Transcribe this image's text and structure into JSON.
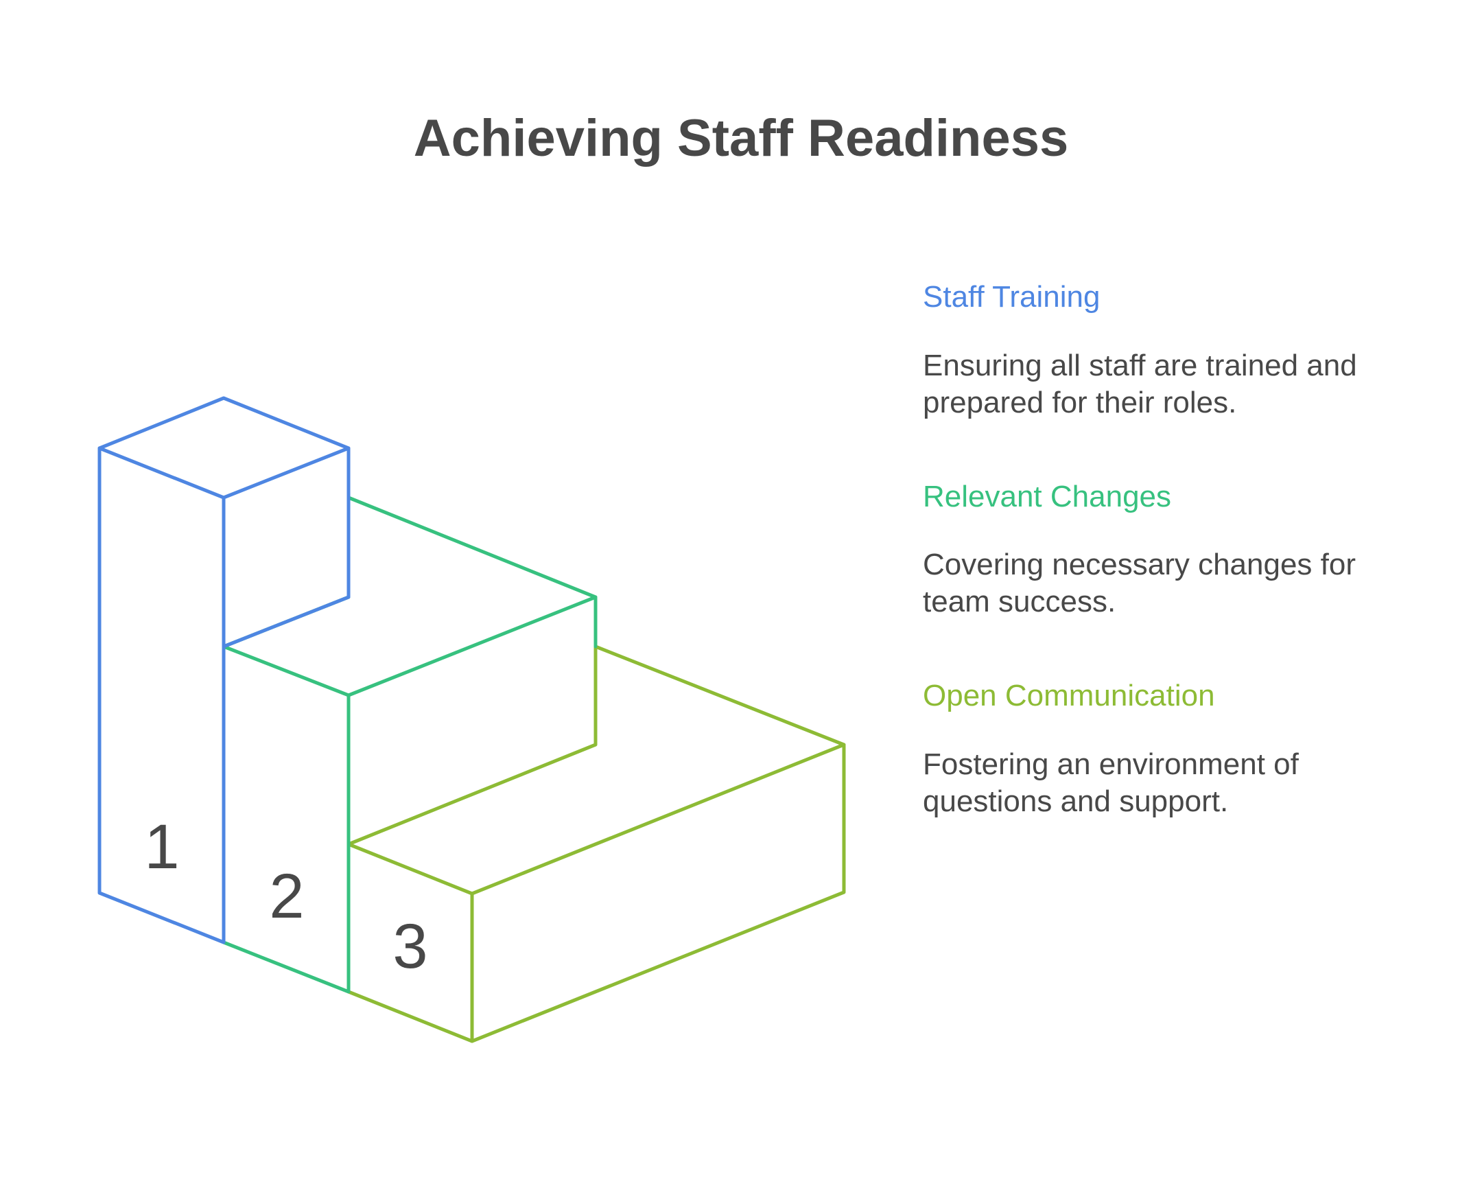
{
  "title": "Achieving Staff Readiness",
  "colors": {
    "step1": "#4E86E2",
    "step2": "#37C17F",
    "step3": "#8DBB35",
    "text": "#484848"
  },
  "steps": [
    {
      "number": "1",
      "heading": "Staff Training",
      "description": "Ensuring all staff are trained and prepared for their roles."
    },
    {
      "number": "2",
      "heading": "Relevant Changes",
      "description": "Covering necessary changes for team success."
    },
    {
      "number": "3",
      "heading": "Open Communication",
      "description": "Fostering an environment of questions and support."
    }
  ]
}
